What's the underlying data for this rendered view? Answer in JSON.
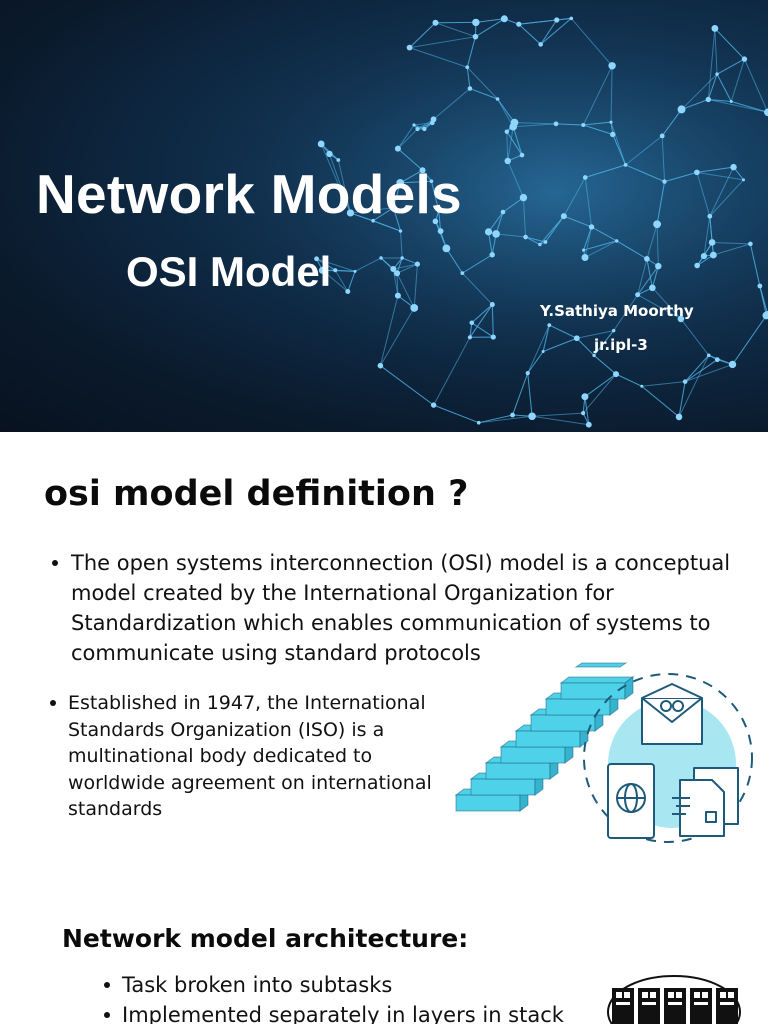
{
  "banner": {
    "title": "Network Models",
    "subtitle": "OSI Model",
    "author": "Y.Sathiya Moorthy",
    "role": "jr.ipl-3",
    "colors": {
      "background": "#0f2c48",
      "network_lines": "#4fb3e8",
      "nodes": "#8fd6ff"
    }
  },
  "definition": {
    "heading": "osi model definition ?",
    "bullets": [
      "The open systems interconnection (OSI) model is a conceptual model created by the International Organization for Standardization which enables communication of systems to communicate using standard protocols",
      "Established in 1947, the International Standards Organization (ISO) is a multinational body dedicated to worldwide agreement on international standards"
    ],
    "illustration": {
      "icons": [
        "staircase-icon",
        "mail-icon",
        "phone-globe-icon",
        "documents-icon"
      ],
      "colors": {
        "accent": "#4ed2ea",
        "outline": "#1e5a7a",
        "circle": "#a8e6f2"
      }
    }
  },
  "architecture": {
    "heading": "Network model architecture:",
    "items": [
      "Task broken into subtasks",
      "Implemented separately in layers in stack"
    ]
  }
}
